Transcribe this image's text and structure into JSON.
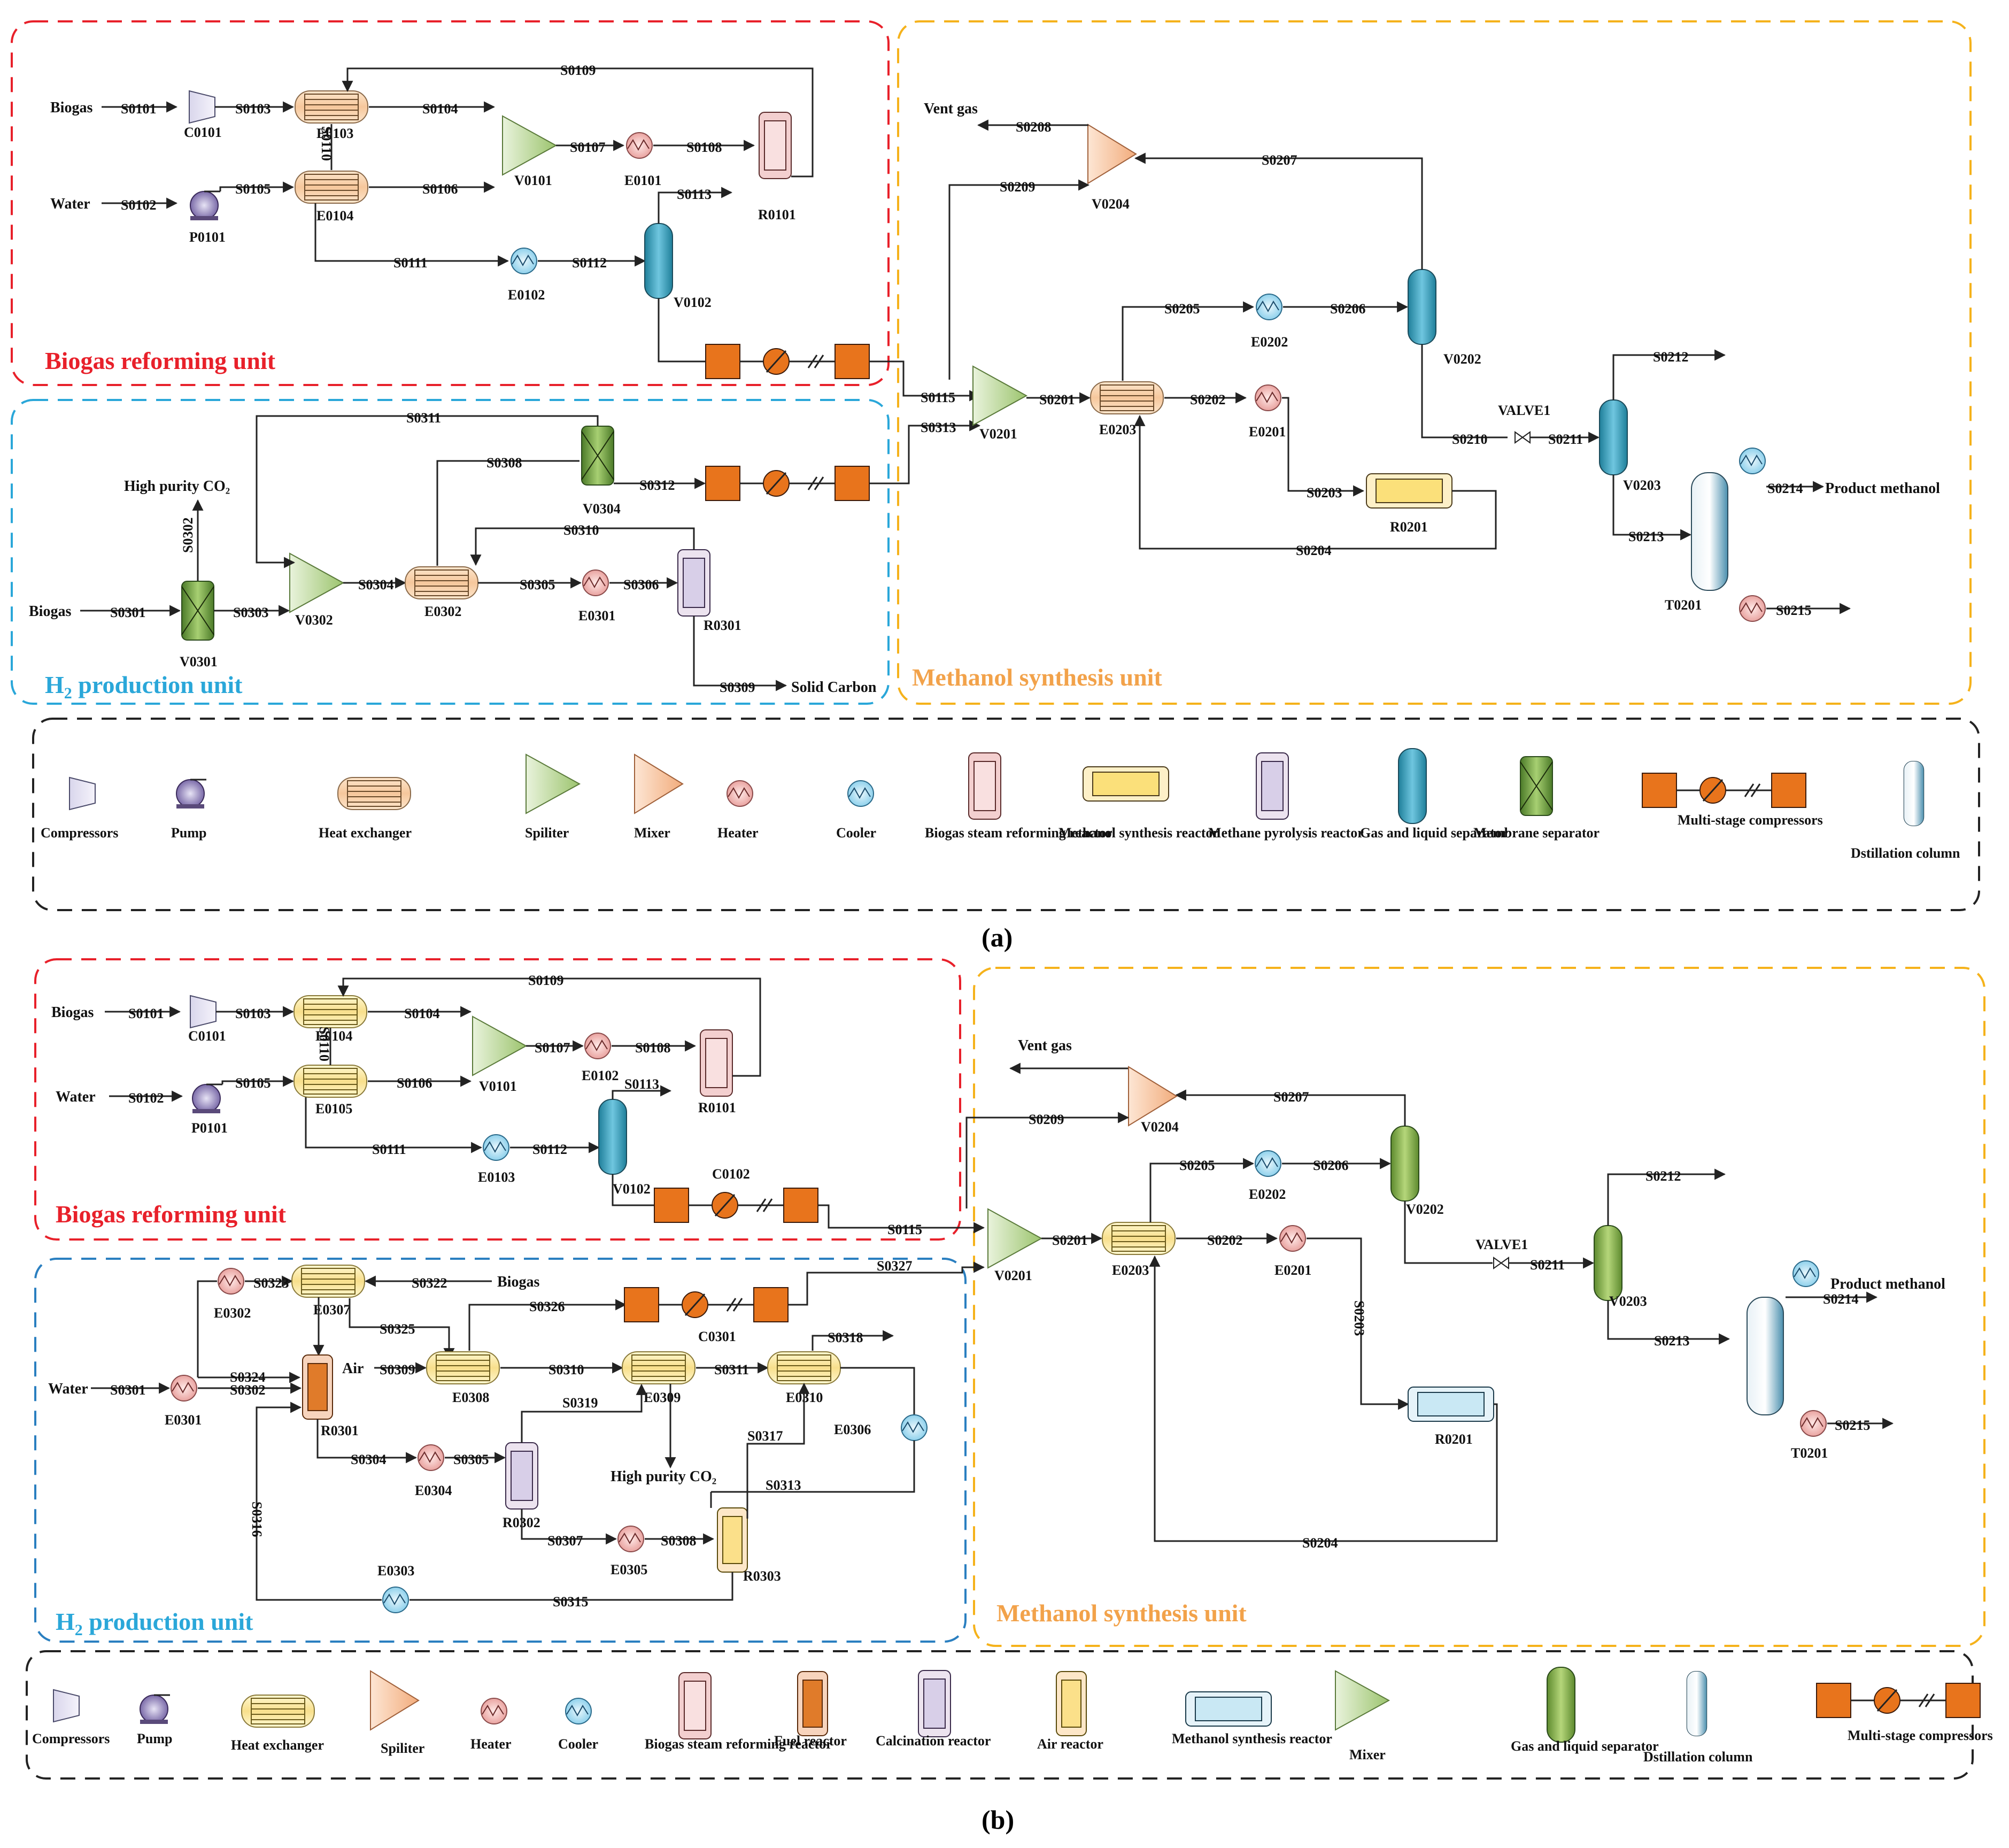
{
  "panels": {
    "a": {
      "caption": "(a)",
      "units": {
        "reforming": "Biogas reforming unit",
        "h2": "H",
        "h2_sub": "2",
        "h2_rest": " production unit",
        "methanol": "Methanol synthesis unit"
      },
      "inputs": {
        "biogas1": "Biogas",
        "water": "Water",
        "biogas2": "Biogas"
      },
      "outputs": {
        "vent": "Vent gas",
        "co2": "High purity CO₂",
        "carbon": "Solid Carbon",
        "methanol": "Product methanol"
      },
      "streams": {
        "s0101": "S0101",
        "s0102": "S0102",
        "s0103": "S0103",
        "s0104": "S0104",
        "s0105": "S0105",
        "s0106": "S0106",
        "s0107": "S0107",
        "s0108": "S0108",
        "s0109": "S0109",
        "s0110": "S0110",
        "s0111": "S0111",
        "s0112": "S0112",
        "s0113": "S0113",
        "s0115": "S0115",
        "s0201": "S0201",
        "s0202": "S0202",
        "s0203": "S0203",
        "s0204": "S0204",
        "s0205": "S0205",
        "s0206": "S0206",
        "s0207": "S0207",
        "s0208": "S0208",
        "s0209": "S0209",
        "s0210": "S0210",
        "s0211": "S0211",
        "s0212": "S0212",
        "s0213": "S0213",
        "s0214": "S0214",
        "s0215": "S0215",
        "s0301": "S0301",
        "s0302": "S0302",
        "s0303": "S0303",
        "s0304": "S0304",
        "s0305": "S0305",
        "s0306": "S0306",
        "s0308": "S0308",
        "s0309": "S0309",
        "s0310": "S0310",
        "s0311": "S0311",
        "s0312": "S0312",
        "s0313": "S0313"
      },
      "equipment": {
        "c0101": "C0101",
        "p0101": "P0101",
        "e0103": "E0103",
        "e0104": "E0104",
        "v0101": "V0101",
        "e0101": "E0101",
        "r0101": "R0101",
        "e0102": "E0102",
        "v0102": "V0102",
        "v0204": "V0204",
        "v0201": "V0201",
        "e0203": "E0203",
        "e0202": "E0202",
        "v0202": "V0202",
        "e0201": "E0201",
        "r0201": "R0201",
        "valve1": "VALVE1",
        "v0203": "V0203",
        "t0201": "T0201",
        "v0301": "V0301",
        "v0302": "V0302",
        "e0302": "E0302",
        "e0301": "E0301",
        "r0301": "R0301",
        "v0304": "V0304"
      },
      "legend": [
        "Compressors",
        "Pump",
        "Heat exchanger",
        "Spiliter",
        "Mixer",
        "Heater",
        "Cooler",
        "Biogas steam reforming reactor",
        "Methanol synthesis reactor",
        "Methane pyrolysis reactor",
        "Gas and liquid separator",
        "Membrane separator",
        "Multi-stage compressors",
        "Dstillation column"
      ]
    },
    "b": {
      "caption": "(b)",
      "units": {
        "reforming": "Biogas reforming unit",
        "h2": "H",
        "h2_sub": "2",
        "h2_rest": " production unit",
        "methanol": "Methanol synthesis unit"
      },
      "inputs": {
        "biogas1": "Biogas",
        "water1": "Water",
        "biogas3": "Biogas",
        "water3": "Water",
        "air": "Air"
      },
      "outputs": {
        "vent": "Vent gas",
        "co2": "High purity CO₂",
        "methanol": "Product methanol"
      },
      "streams": {
        "s0101": "S0101",
        "s0102": "S0102",
        "s0103": "S0103",
        "s0104": "S0104",
        "s0105": "S0105",
        "s0106": "S0106",
        "s0107": "S0107",
        "s0108": "S0108",
        "s0109": "S0109",
        "s0110": "S0110",
        "s0111": "S0111",
        "s0112": "S0112",
        "s0113": "S0113",
        "s0115": "S0115",
        "s0201": "S0201",
        "s0202": "S0202",
        "s0203": "S0203",
        "s0204": "S0204",
        "s0205": "S0205",
        "s0206": "S0206",
        "s0207": "S0207",
        "s0209": "S0209",
        "s0211": "S0211",
        "s0212": "S0212",
        "s0213": "S0213",
        "s0214": "S0214",
        "s0215": "S0215",
        "s0301": "S0301",
        "s0302": "S0302",
        "s0304": "S0304",
        "s0305": "S0305",
        "s0307": "S0307",
        "s0308": "S0308",
        "s0309": "S0309",
        "s0310": "S0310",
        "s0311": "S0311",
        "s0313": "S0313",
        "s0315": "S0315",
        "s0316": "S0316",
        "s0317": "S0317",
        "s0318": "S0318",
        "s0319": "S0319",
        "s0322": "S0322",
        "s0323": "S0323",
        "s0324": "S0324",
        "s0325": "S0325",
        "s0326": "S0326",
        "s0327": "S0327"
      },
      "equipment": {
        "c0101": "C0101",
        "p0101": "P0101",
        "e0104": "E0104",
        "e0105": "E0105",
        "v0101": "V0101",
        "e0102": "E0102",
        "r0101": "R0101",
        "e0103": "E0103",
        "v0102": "V0102",
        "c0102": "C0102",
        "v0204": "V0204",
        "v0201": "V0201",
        "e0203": "E0203",
        "e0202": "E0202",
        "v0202": "V0202",
        "e0201": "E0201",
        "r0201": "R0201",
        "valve1": "VALVE1",
        "v0203": "V0203",
        "t0201": "T0201",
        "e0302": "E0302",
        "e0307": "E0307",
        "e0301": "E0301",
        "r0301": "R0301",
        "e0308": "E0308",
        "e0309": "E0309",
        "e0310": "E0310",
        "e0306": "E0306",
        "c0301": "C0301",
        "e0304": "E0304",
        "r0302": "R0302",
        "e0305": "E0305",
        "r0303": "R0303",
        "e0303": "E0303"
      },
      "legend": [
        "Compressors",
        "Pump",
        "Heat exchanger",
        "Spiliter",
        "Heater",
        "Cooler",
        "Biogas steam reforming reactor",
        "Fuel reactor",
        "Calcination reactor",
        "Air reactor",
        "Methanol synthesis reactor",
        "Mixer",
        "Gas and liquid separator",
        "Dstillation column",
        "Multi-stage compressors"
      ]
    }
  },
  "colors": {
    "reforming_border": "#e8202a",
    "h2_border_a": "#2aa7d9",
    "h2_border_b": "#2a7fc0",
    "methanol_border": "#f5b21b",
    "legend_border": "#222222"
  }
}
